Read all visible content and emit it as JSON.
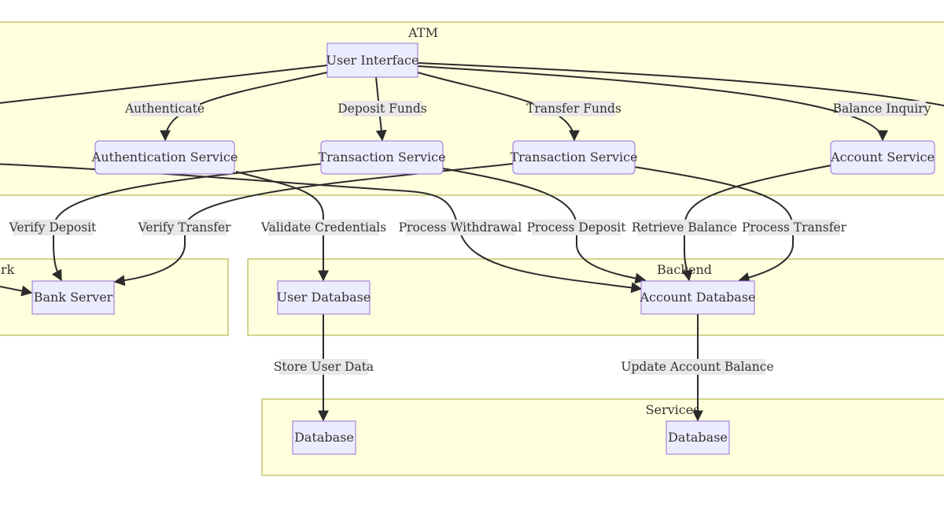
{
  "clusters": {
    "atm": "ATM",
    "network": "Network",
    "backend": "Backend",
    "services": "Services"
  },
  "nodes": {
    "user_interface": "User Interface",
    "authentication_service": "Authentication Service",
    "transaction_service_deposit": "Transaction Service",
    "transaction_service_transfer": "Transaction Service",
    "account_service": "Account Service",
    "bank_server": "Bank Server",
    "user_database": "User Database",
    "account_database": "Account Database",
    "database_user": "Database",
    "database_account": "Database"
  },
  "edges": {
    "authenticate": "Authenticate",
    "deposit_funds": "Deposit Funds",
    "transfer_funds": "Transfer Funds",
    "balance_inquiry": "Balance Inquiry",
    "verify_deposit": "Verify Deposit",
    "verify_transfer": "Verify Transfer",
    "validate_credentials": "Validate Credentials",
    "process_withdrawal": "Process Withdrawal",
    "process_deposit": "Process Deposit",
    "retrieve_balance": "Retrieve Balance",
    "process_transfer": "Process Transfer",
    "store_user_data": "Store User Data",
    "update_account_balance": "Update Account Balance"
  },
  "colors": {
    "cluster_fill": "#ffffde",
    "cluster_stroke": "#aaaa33",
    "node_fill": "#ececff",
    "node_stroke": "#9370db",
    "edge": "#2b2b2b",
    "edge_label_bg": "#e8e8e8"
  }
}
